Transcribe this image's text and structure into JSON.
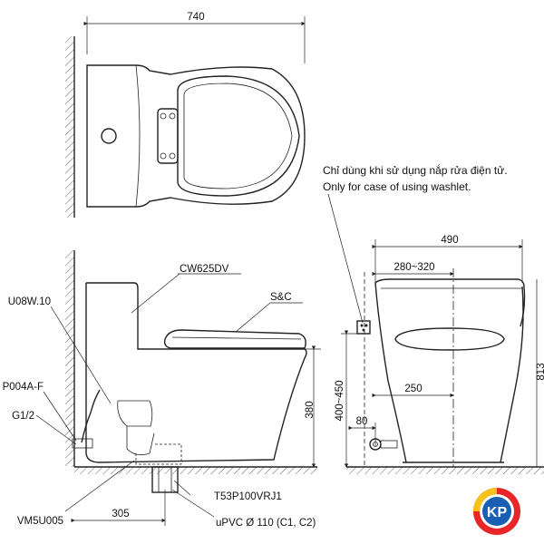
{
  "labels": {
    "width_top": "740",
    "model_cw": "CW625DV",
    "model_sc": "S&C",
    "part_u08w": "U08W.10",
    "part_p004a": "P004A-F",
    "part_g12": "G1/2",
    "dim_380": "380",
    "dim_305": "305",
    "part_vm5u": "VM5U005",
    "part_t53": "T53P100VRJ1",
    "pipe_upvc": "uPVC Ø 110 (C1, C2)",
    "note_vi": "Chỉ dùng khi sử dụng nắp rửa điện tử.",
    "note_en": "Only for case of using washlet.",
    "dim_490": "490",
    "dim_280_320": "280~320",
    "dim_250": "250",
    "dim_400_450": "400~450",
    "dim_80": "80",
    "dim_partial_right": "813"
  },
  "logo": {
    "text": "KP",
    "outer_color": "#e8262a",
    "inner_color": "#1a5fb4",
    "accent_color": "#f7c31a"
  }
}
